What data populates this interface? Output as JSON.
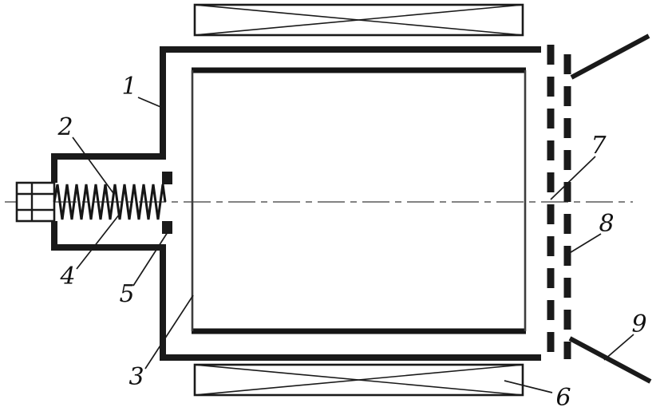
{
  "diagram": {
    "labels": {
      "n1": "1",
      "n2": "2",
      "n3": "3",
      "n4": "4",
      "n5": "5",
      "n6": "6",
      "n7": "7",
      "n8": "8",
      "n9": "9"
    },
    "colors": {
      "ink": "#1a1a1a",
      "background": "#ffffff",
      "centerline": "#5a5a5a"
    }
  }
}
